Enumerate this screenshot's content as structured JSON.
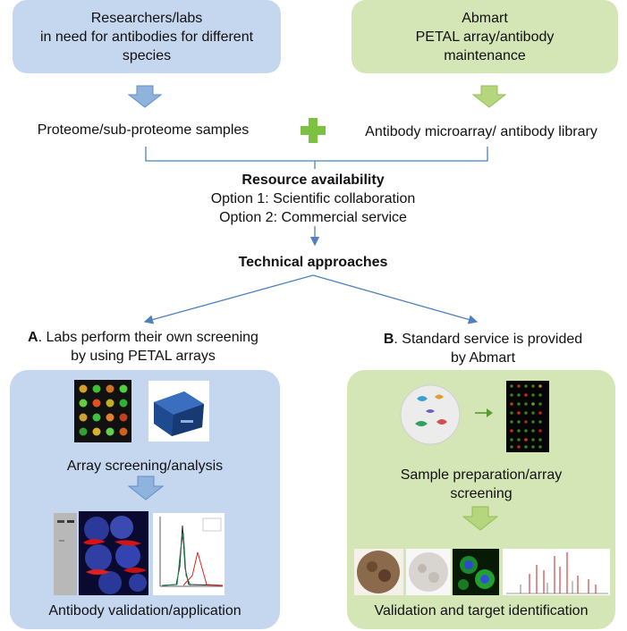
{
  "top_left_box": {
    "lines": [
      "Researchers/labs",
      "in need for antibodies for different",
      "species"
    ]
  },
  "top_right_box": {
    "lines": [
      "Abmart",
      "PETAL array/antibody",
      "maintenance"
    ]
  },
  "left_resource": "Proteome/sub-proteome samples",
  "right_resource": "Antibody microarray/ antibody library",
  "resource": {
    "title": "Resource availability",
    "option1": "Option 1: Scientific collaboration",
    "option2": "Option 2: Commercial service"
  },
  "technical_title": "Technical approaches",
  "branch_a": {
    "letter": "A",
    "line1": ". Labs perform their own screening",
    "line2": "by using PETAL arrays"
  },
  "branch_b": {
    "letter": "B",
    "line1": ". Standard service is provided",
    "line2": "by Abmart"
  },
  "panel_a": {
    "step1": "Array screening/analysis",
    "step2": "Antibody validation/application"
  },
  "panel_b": {
    "step1_line1": "Sample preparation/array",
    "step1_line2": "screening",
    "step2": "Validation and target identification"
  },
  "colors": {
    "blue_box": "#c5d7ee",
    "green_box": "#d5e6b6",
    "blue_arrow": "#8fb3dc",
    "green_arrow": "#b5d67c",
    "connector": "#4f81bd",
    "plus": "#7cc142"
  }
}
